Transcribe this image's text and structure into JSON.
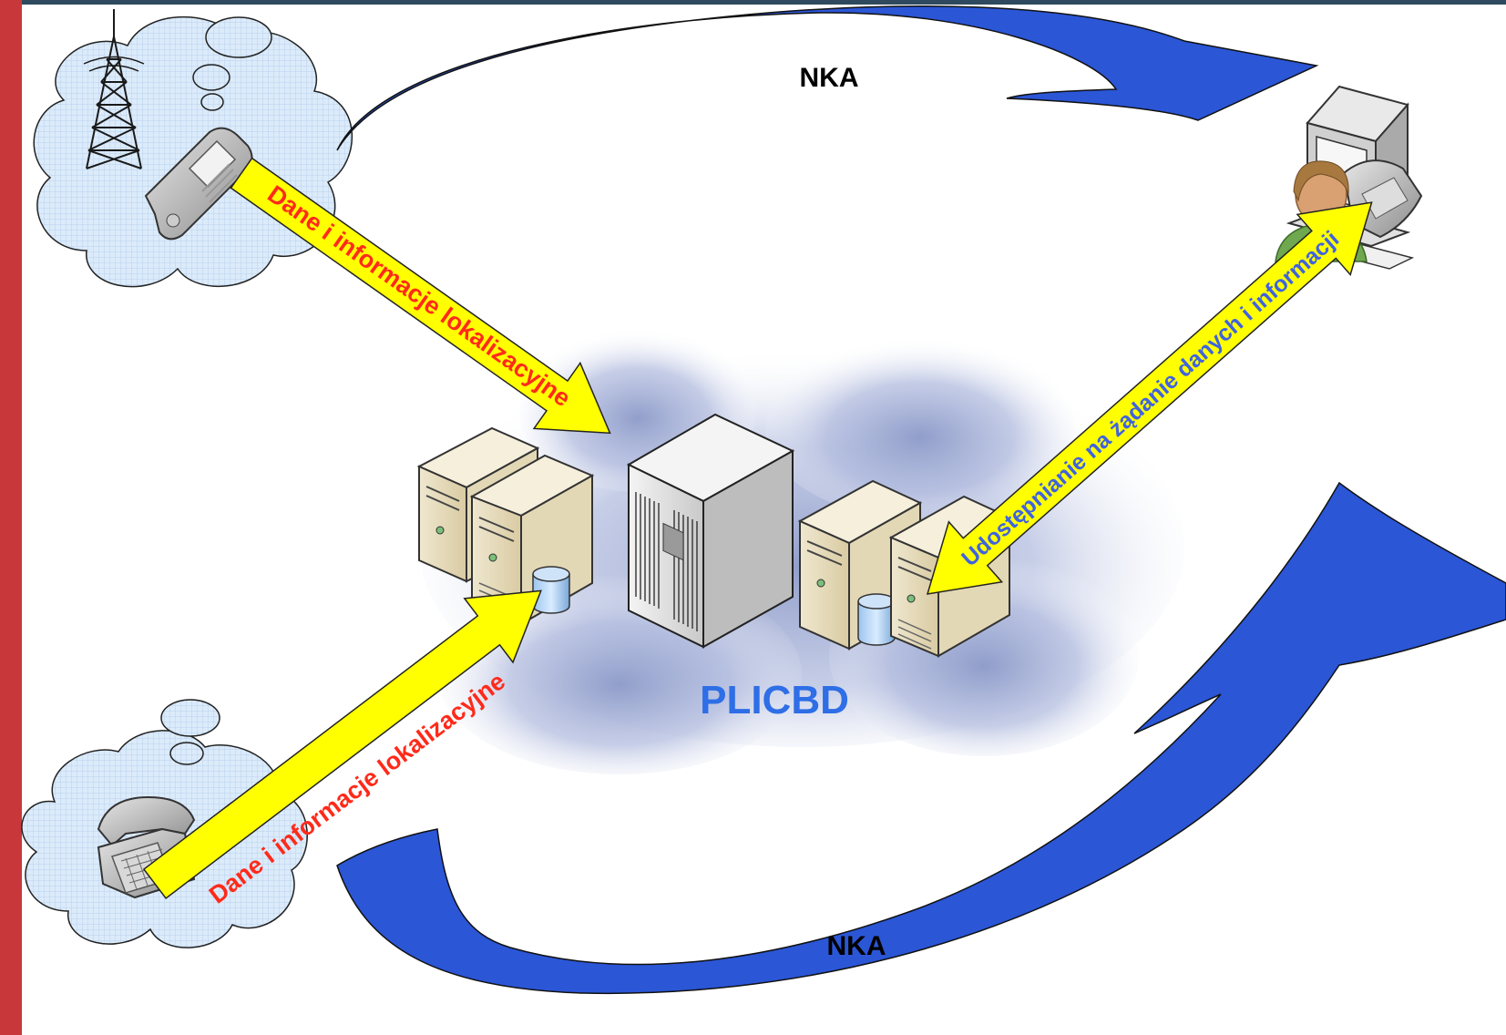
{
  "labels": {
    "nka_top": "NKA",
    "nka_bottom": "NKA",
    "center": "PLICBD",
    "arrow_mobile": "Dane i informacje lokalizacyjne",
    "arrow_landline": "Dane i informacje lokalizacyjne",
    "arrow_operator": "Udostępnianie na żądanie danych i informacji"
  },
  "icons": {
    "tower": "radio-tower-icon",
    "mobile": "mobile-phone-icon",
    "landline": "desk-phone-icon",
    "operator": "operator-workstation-icon",
    "server_cluster": "database-server-icon",
    "mainframe": "mainframe-icon"
  },
  "colors": {
    "accent_bar": "#c8383a",
    "blue_arrows": "#2b56d6",
    "yellow_arrows": "#ffff00",
    "red_text": "#ff2a1a",
    "blue_text": "#3f63e0",
    "center_label": "#2e6ee6"
  }
}
